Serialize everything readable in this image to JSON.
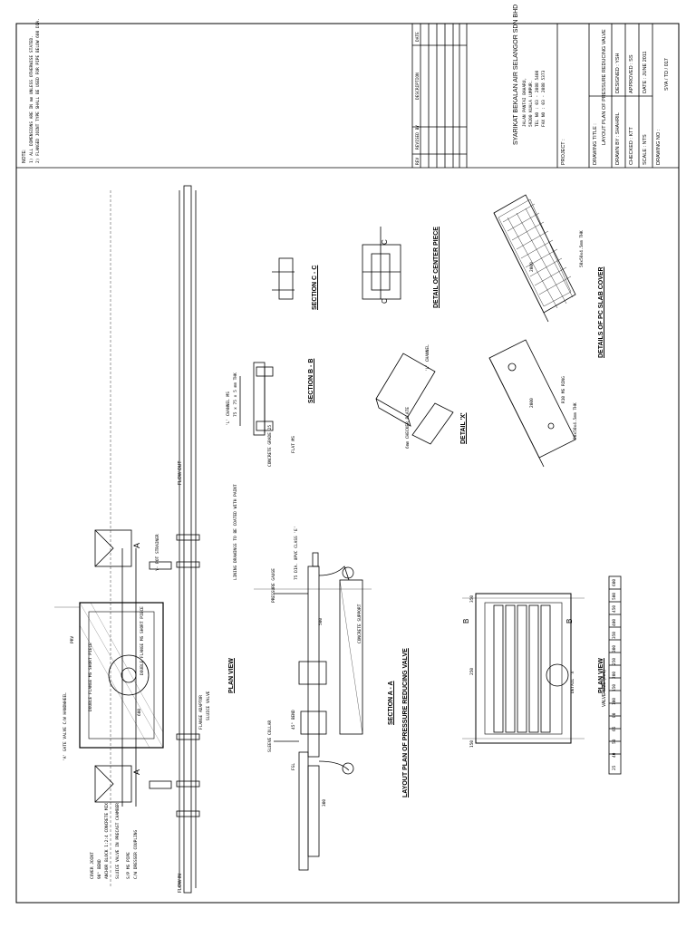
{
  "notes": {
    "heading": "NOTE:",
    "lines": [
      "1) ALL DIMENSIONS ARE IN mm UNLESS OTHERWISE STATED.",
      "2) FLANGED JOINT TYPE SHALL BE USED FOR PIPE BELOW 600 DIA."
    ]
  },
  "revision_table": {
    "headers": [
      "REV",
      "REVISED BY",
      "DESCRIPTION",
      "DATE"
    ]
  },
  "company": {
    "name": "SYARIKAT BEKALAN AIR SELANGOR SDN BHD",
    "address_lines": [
      "JALAN PANTAI BAHARU,",
      "59200 KUALA LUMPUR.",
      "TEL NO : 03 - 2088 5400",
      "FAX NO : 03 - 2088 5373"
    ]
  },
  "title_block": {
    "project_label": "PROJECT :",
    "drawing_title_label": "DRAWING TITLE :",
    "drawing_title": "LAYOUT PLAN OF PRESSURE REDUCING VALVE",
    "drawn_by": "DRAWN BY : SHAHRIL",
    "designed": "DESIGNED : YSH",
    "checked": "CHECKED : KTT",
    "approved": "APPROVED : SS",
    "scale": "SCALE : NTS",
    "date": "DATE : JUNE 2011",
    "drawing_no_label": "DRAWING NO :",
    "drawing_no": "SYA / TD / 017"
  },
  "views": {
    "plan_view": "PLAN VIEW",
    "section_aa": "SECTION  A - A",
    "main_title": "LAYOUT PLAN OF PRESSURE REDUCING VALVE",
    "section_bb": "SECTION  B - B",
    "section_cc": "SECTION  C - C",
    "detail_center": "DETAIL OF CENTER PIECE",
    "detail_x": "DETAIL 'X'",
    "detail_slab": "DETAILS OF PC SLAB COVER",
    "plan_view_2": "PLAN VIEW"
  },
  "plan_labels": {
    "flow_in": "FLOW  IN",
    "flow_out": "FLOW  OUT",
    "cover_joint": "COVER JOINT",
    "bend_90": "90° BEND",
    "anchor_block": "ANCHOR BLOCK 1:2:4 CONCRETE MIX",
    "sluice_valve": "SLUICE VALVE IN PRECAST CHAMBER",
    "sp_ms_pipe": "S/P MS PIPE",
    "cover_joint2": "C/W DRESSER COUPLING",
    "valve_a": "'A' GATE VALVE C/W HANDWHEEL",
    "prv": "PRV",
    "double_flange": "DOUBLE FLANGE MS SHORT PIECE",
    "strainer": "Y- POT STRAINER",
    "flange_adaptor": "FLANGE ADAPTOR",
    "sluice_valve2": "SLUICE VALVE",
    "dim_600": "600",
    "sect_a": "A",
    "sect_b": "B",
    "sect_c": "C",
    "sleeve_collar": "SLEEVE COLLAR",
    "fgl": "FGL",
    "bend_45": "45° BEND",
    "concrete_support": "CONCRETE SUPPORT",
    "pressure_gauge": "PRESSURE GAUGE",
    "lining_note": "LINING DRAWINGS TO BE COATED WITH PAINT",
    "dim_300": "300",
    "dim_500": "500",
    "upvc": "75 DIA. UPVC CLASS 'E'",
    "channel1": "'L' CHANNEL MS",
    "channel_dim": "75 x 75 x 5 mm THK",
    "flat": "FLAT MS",
    "slab_grade": "CONCRETE GRADE 25",
    "ms_ring": "R10 MS RING",
    "ms_flat": "50x50x4.5mm THK",
    "checker_plate": "6mm CHECKER PLATE",
    "channel_l": "'L' CHANNEL",
    "dim_2000": "2000",
    "dim_350": "350",
    "dim_150": "150",
    "dim_250": "250",
    "detail_x_lbl": "DETAIL 'X'"
  },
  "valve_size_table": {
    "heading": "VALVE SIZE (mm)",
    "rows": [
      [
        "25",
        "40",
        "50",
        "65",
        "80",
        "100",
        "150",
        "200",
        "250",
        "300",
        "350",
        "400",
        "450",
        "500",
        "600"
      ]
    ]
  }
}
